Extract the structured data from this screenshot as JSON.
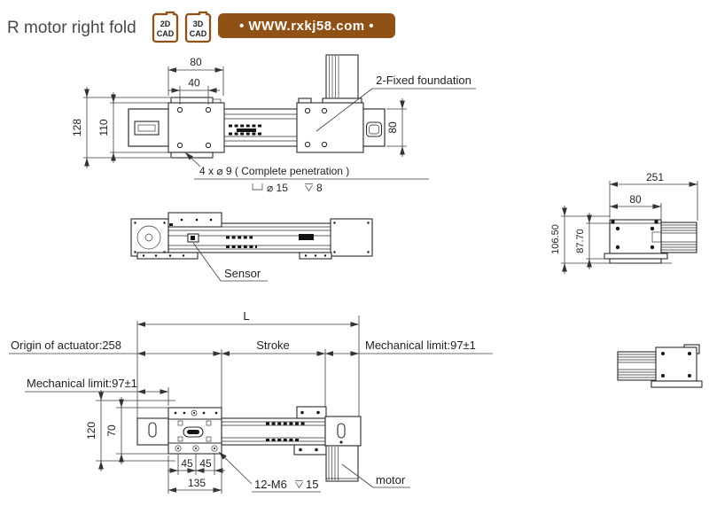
{
  "header": {
    "title": "R motor right fold",
    "badge_2d_top": "2D",
    "badge_2d_bottom": "CAD",
    "badge_3d_top": "3D",
    "badge_3d_bottom": "CAD",
    "banner": "• WWW.rxkj58.com •"
  },
  "colors": {
    "brand": "#8f5116",
    "line": "#2b2b2b",
    "text": "#1f1f1f"
  },
  "top_view": {
    "dim_top_outer": "80",
    "dim_top_inner": "40",
    "dim_left_outer": "128",
    "dim_left_inner": "110",
    "dim_right_height": "80",
    "label_fixed_foundation": "2-Fixed foundation",
    "note_holes": "4 x ⌀ 9 ( Complete penetration )",
    "note_cb_dia": "⌀ 15",
    "note_cb_depth": "8"
  },
  "side_view": {
    "label_sensor": "Sensor"
  },
  "section_view": {
    "dim_total_width": "251",
    "dim_block_width": "80",
    "dim_height_outer": "106.50",
    "dim_height_inner": "87.70"
  },
  "bottom_view": {
    "dim_length": "L",
    "label_origin": "Origin of actuator:258",
    "label_stroke": "Stroke",
    "label_mech_limit_right": "Mechanical limit:97±1",
    "label_mech_limit_left": "Mechanical limit:97±1",
    "dim_height_outer": "120",
    "dim_height_inner": "70",
    "dim_pitch_a": "45",
    "dim_pitch_b": "45",
    "dim_plate": "135",
    "note_thread": "12-M6",
    "note_thread_depth": "15",
    "label_motor": "motor"
  }
}
